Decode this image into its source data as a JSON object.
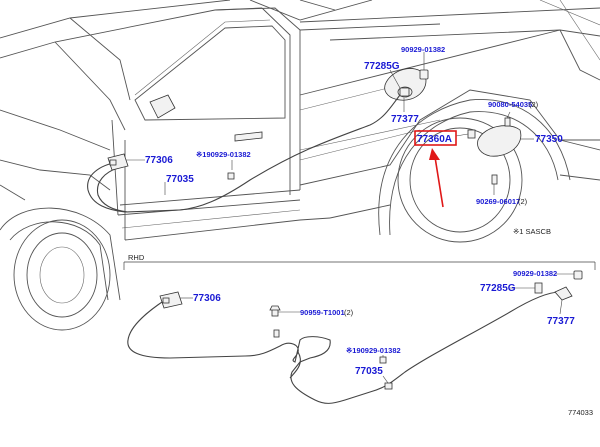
{
  "labels": {
    "p77306_top": "77306",
    "p77035_top": "77035",
    "p90929_clip_top": "※190929-01382",
    "p90929_top": "90929-01382",
    "p77285g_top": "77285G",
    "p77377_top": "77377",
    "p77360a": "77360A",
    "p90080": "90080-54035",
    "p90080_qty": "(2)",
    "p77350": "77350",
    "p90269": "90269-06017",
    "p90269_qty": "(2)",
    "note_sascb": "※1 SASCB",
    "rhd": "RHD",
    "p77306_bot": "77306",
    "p90959": "90959-T1001",
    "p90959_qty": "(2)",
    "p90929_clip_bot": "※190929-01382",
    "p77035_bot": "77035",
    "p90929_bot": "90929-01382",
    "p77285g_bot": "77285G",
    "p77377_bot": "77377",
    "figure_no": "774033"
  },
  "colors": {
    "label_blue": "#1a1ad4",
    "highlight_red": "#e01818",
    "line_gray": "#555555"
  }
}
